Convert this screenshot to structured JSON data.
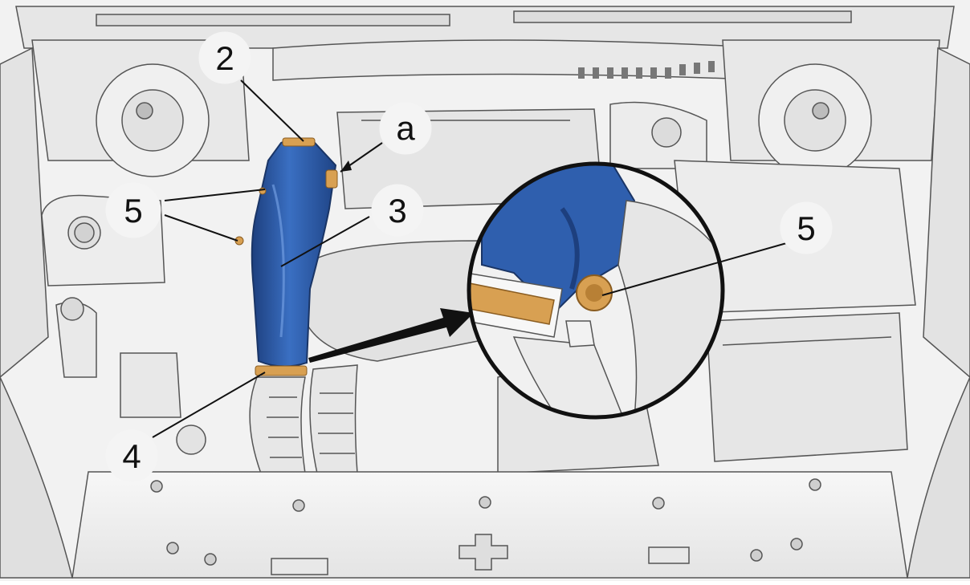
{
  "callouts": {
    "c2": "2",
    "ca": "a",
    "c3": "3",
    "c5_left": "5",
    "c5_detail": "5",
    "c4": "4"
  },
  "colors": {
    "duct_blue": "#2f5fae",
    "duct_dark": "#1d3f7e",
    "clamp_orange": "#d8a052",
    "line_gray": "#6b6b6b",
    "body_fill": "#eeeeee",
    "label_bubble": "#f4f4f4"
  },
  "icons": [
    "air-duct",
    "hose-clamp",
    "bolt",
    "detail-magnifier-circle",
    "pointer-arrow"
  ]
}
